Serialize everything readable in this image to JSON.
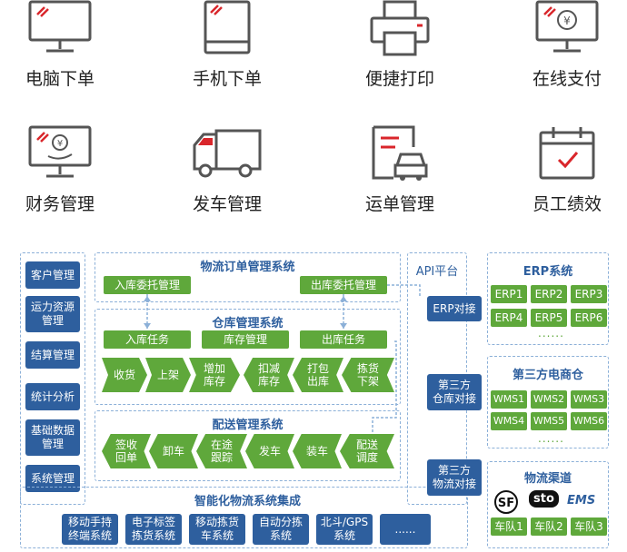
{
  "features": [
    {
      "label": "电脑下单",
      "icon": "monitor-icon"
    },
    {
      "label": "手机下单",
      "icon": "tablet-icon"
    },
    {
      "label": "便捷打印",
      "icon": "printer-icon"
    },
    {
      "label": "在线支付",
      "icon": "monitor-yuan-icon"
    },
    {
      "label": "财务管理",
      "icon": "monitor-finance-icon"
    },
    {
      "label": "发车管理",
      "icon": "truck-icon"
    },
    {
      "label": "运单管理",
      "icon": "waybill-car-icon"
    },
    {
      "label": "员工绩效",
      "icon": "calendar-check-icon"
    }
  ],
  "left_nav": [
    "客户管理",
    "运力资源\n管理",
    "结算管理",
    "统计分析",
    "基础数据\n管理",
    "系统管理"
  ],
  "order_system": {
    "title": "物流订单管理系统",
    "in_label": "入库委托管理",
    "out_label": "出库委托管理"
  },
  "warehouse_system": {
    "title": "仓库管理系统",
    "tasks": [
      "入库任务",
      "库存管理",
      "出库任务"
    ],
    "flow": [
      "收货",
      "上架",
      "增加\n库存",
      "扣减\n库存",
      "打包\n出库",
      "拣货\n下架"
    ]
  },
  "delivery_system": {
    "title": "配送管理系统",
    "flow": [
      "签收\n回单",
      "卸车",
      "在途\n跟踪",
      "发车",
      "装车",
      "配送\n调度"
    ]
  },
  "integration": {
    "title": "智能化物流系统集成",
    "items": [
      "移动手持\n终端系统",
      "电子标签\n拣货系统",
      "移动拣货\n车系统",
      "自动分拣\n系统",
      "北斗/GPS\n系统",
      "......"
    ]
  },
  "api": {
    "title": "API平台",
    "items": [
      "ERP对接",
      "第三方\n仓库对接",
      "第三方\n物流对接"
    ]
  },
  "erp": {
    "title": "ERP系统",
    "items": [
      "ERP1",
      "ERP2",
      "ERP3",
      "ERP4",
      "ERP5",
      "ERP6"
    ],
    "more": "......"
  },
  "ecommerce": {
    "title": "第三方电商仓",
    "items": [
      "WMS1",
      "WMS2",
      "WMS3",
      "WMS4",
      "WMS5",
      "WMS6"
    ],
    "more": "......"
  },
  "channels": {
    "title": "物流渠道",
    "logos": [
      "SF",
      "sto",
      "EMS"
    ],
    "items": [
      "车队1",
      "车队2",
      "车队3"
    ]
  },
  "colors": {
    "accent_blue": "#2e5f9e",
    "accent_green": "#5fa83b",
    "icon_red": "#d9262b",
    "icon_gray": "#555555"
  }
}
